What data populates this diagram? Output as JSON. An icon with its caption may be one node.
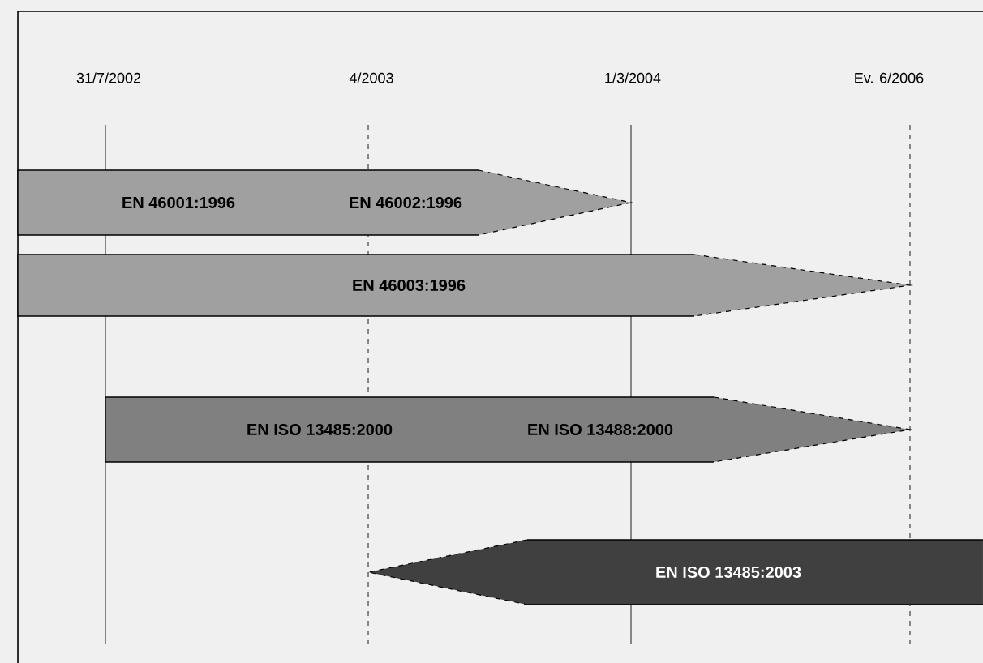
{
  "diagram": {
    "nodes": [
      {
        "text": [
          "EN 46001:1996",
          "EN 46002:1996"
        ]
      },
      {
        "text": [
          "EN 46003:1996"
        ]
      },
      {
        "text": [
          "EN ISO 13485:2000",
          "EN ISO 13488:2000"
        ]
      },
      {
        "text": [
          "EN ISO 13485:2003"
        ]
      }
    ],
    "labels": [
      "31/7/2002",
      "4/2003",
      "1/3/2004",
      "Ev. 6/2006"
    ]
  }
}
